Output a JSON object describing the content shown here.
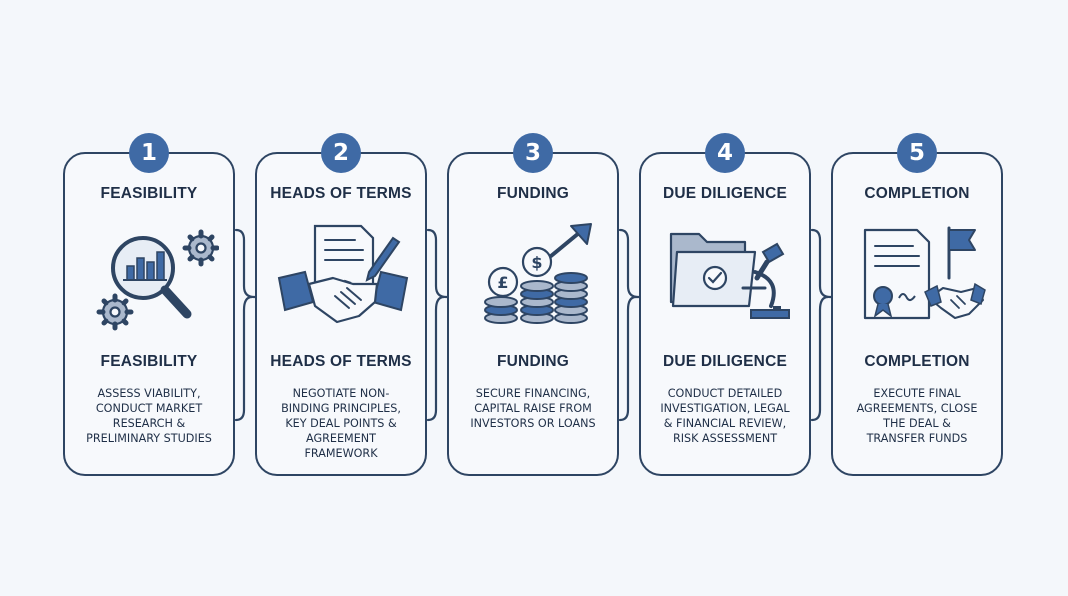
{
  "steps": [
    {
      "number": "1",
      "title": "FEASIBILITY",
      "subtitle": "FEASIBILITY",
      "description": "ASSESS VIABILITY,\nCONDUCT MARKET\nRESEARCH &\nPRELIMINARY STUDIES",
      "icon": "magnifier-chart-gears-icon"
    },
    {
      "number": "2",
      "title": "HEADS OF TERMS",
      "subtitle": "HEADS OF TERMS",
      "description": "NEGOTIATE NON-\nBINDING PRINCIPLES,\nKEY DEAL POINTS &\nAGREEMENT\nFRAMEWORK",
      "icon": "document-handshake-icon"
    },
    {
      "number": "3",
      "title": "FUNDING",
      "subtitle": "FUNDING",
      "description": "SECURE FINANCING,\nCAPITAL RAISE FROM\nINVESTORS OR LOANS",
      "icon": "coins-growth-arrow-icon"
    },
    {
      "number": "4",
      "title": "DUE DILIGENCE",
      "subtitle": "DUE DILIGENCE",
      "description": "CONDUCT DETAILED\nINVESTIGATION, LEGAL\n& FINANCIAL REVIEW,\nRISK ASSESSMENT",
      "icon": "folder-microscope-icon"
    },
    {
      "number": "5",
      "title": "COMPLETION",
      "subtitle": "COMPLETION",
      "description": "EXECUTE FINAL\nAGREEMENTS, CLOSE\nTHE DEAL &\nTRANSFER FUNDS",
      "icon": "certificate-flag-handshake-icon"
    }
  ],
  "colors": {
    "primary": "#3f6aa5",
    "outline": "#2e4563",
    "light": "#aab8cc",
    "background": "#f4f7fb"
  }
}
